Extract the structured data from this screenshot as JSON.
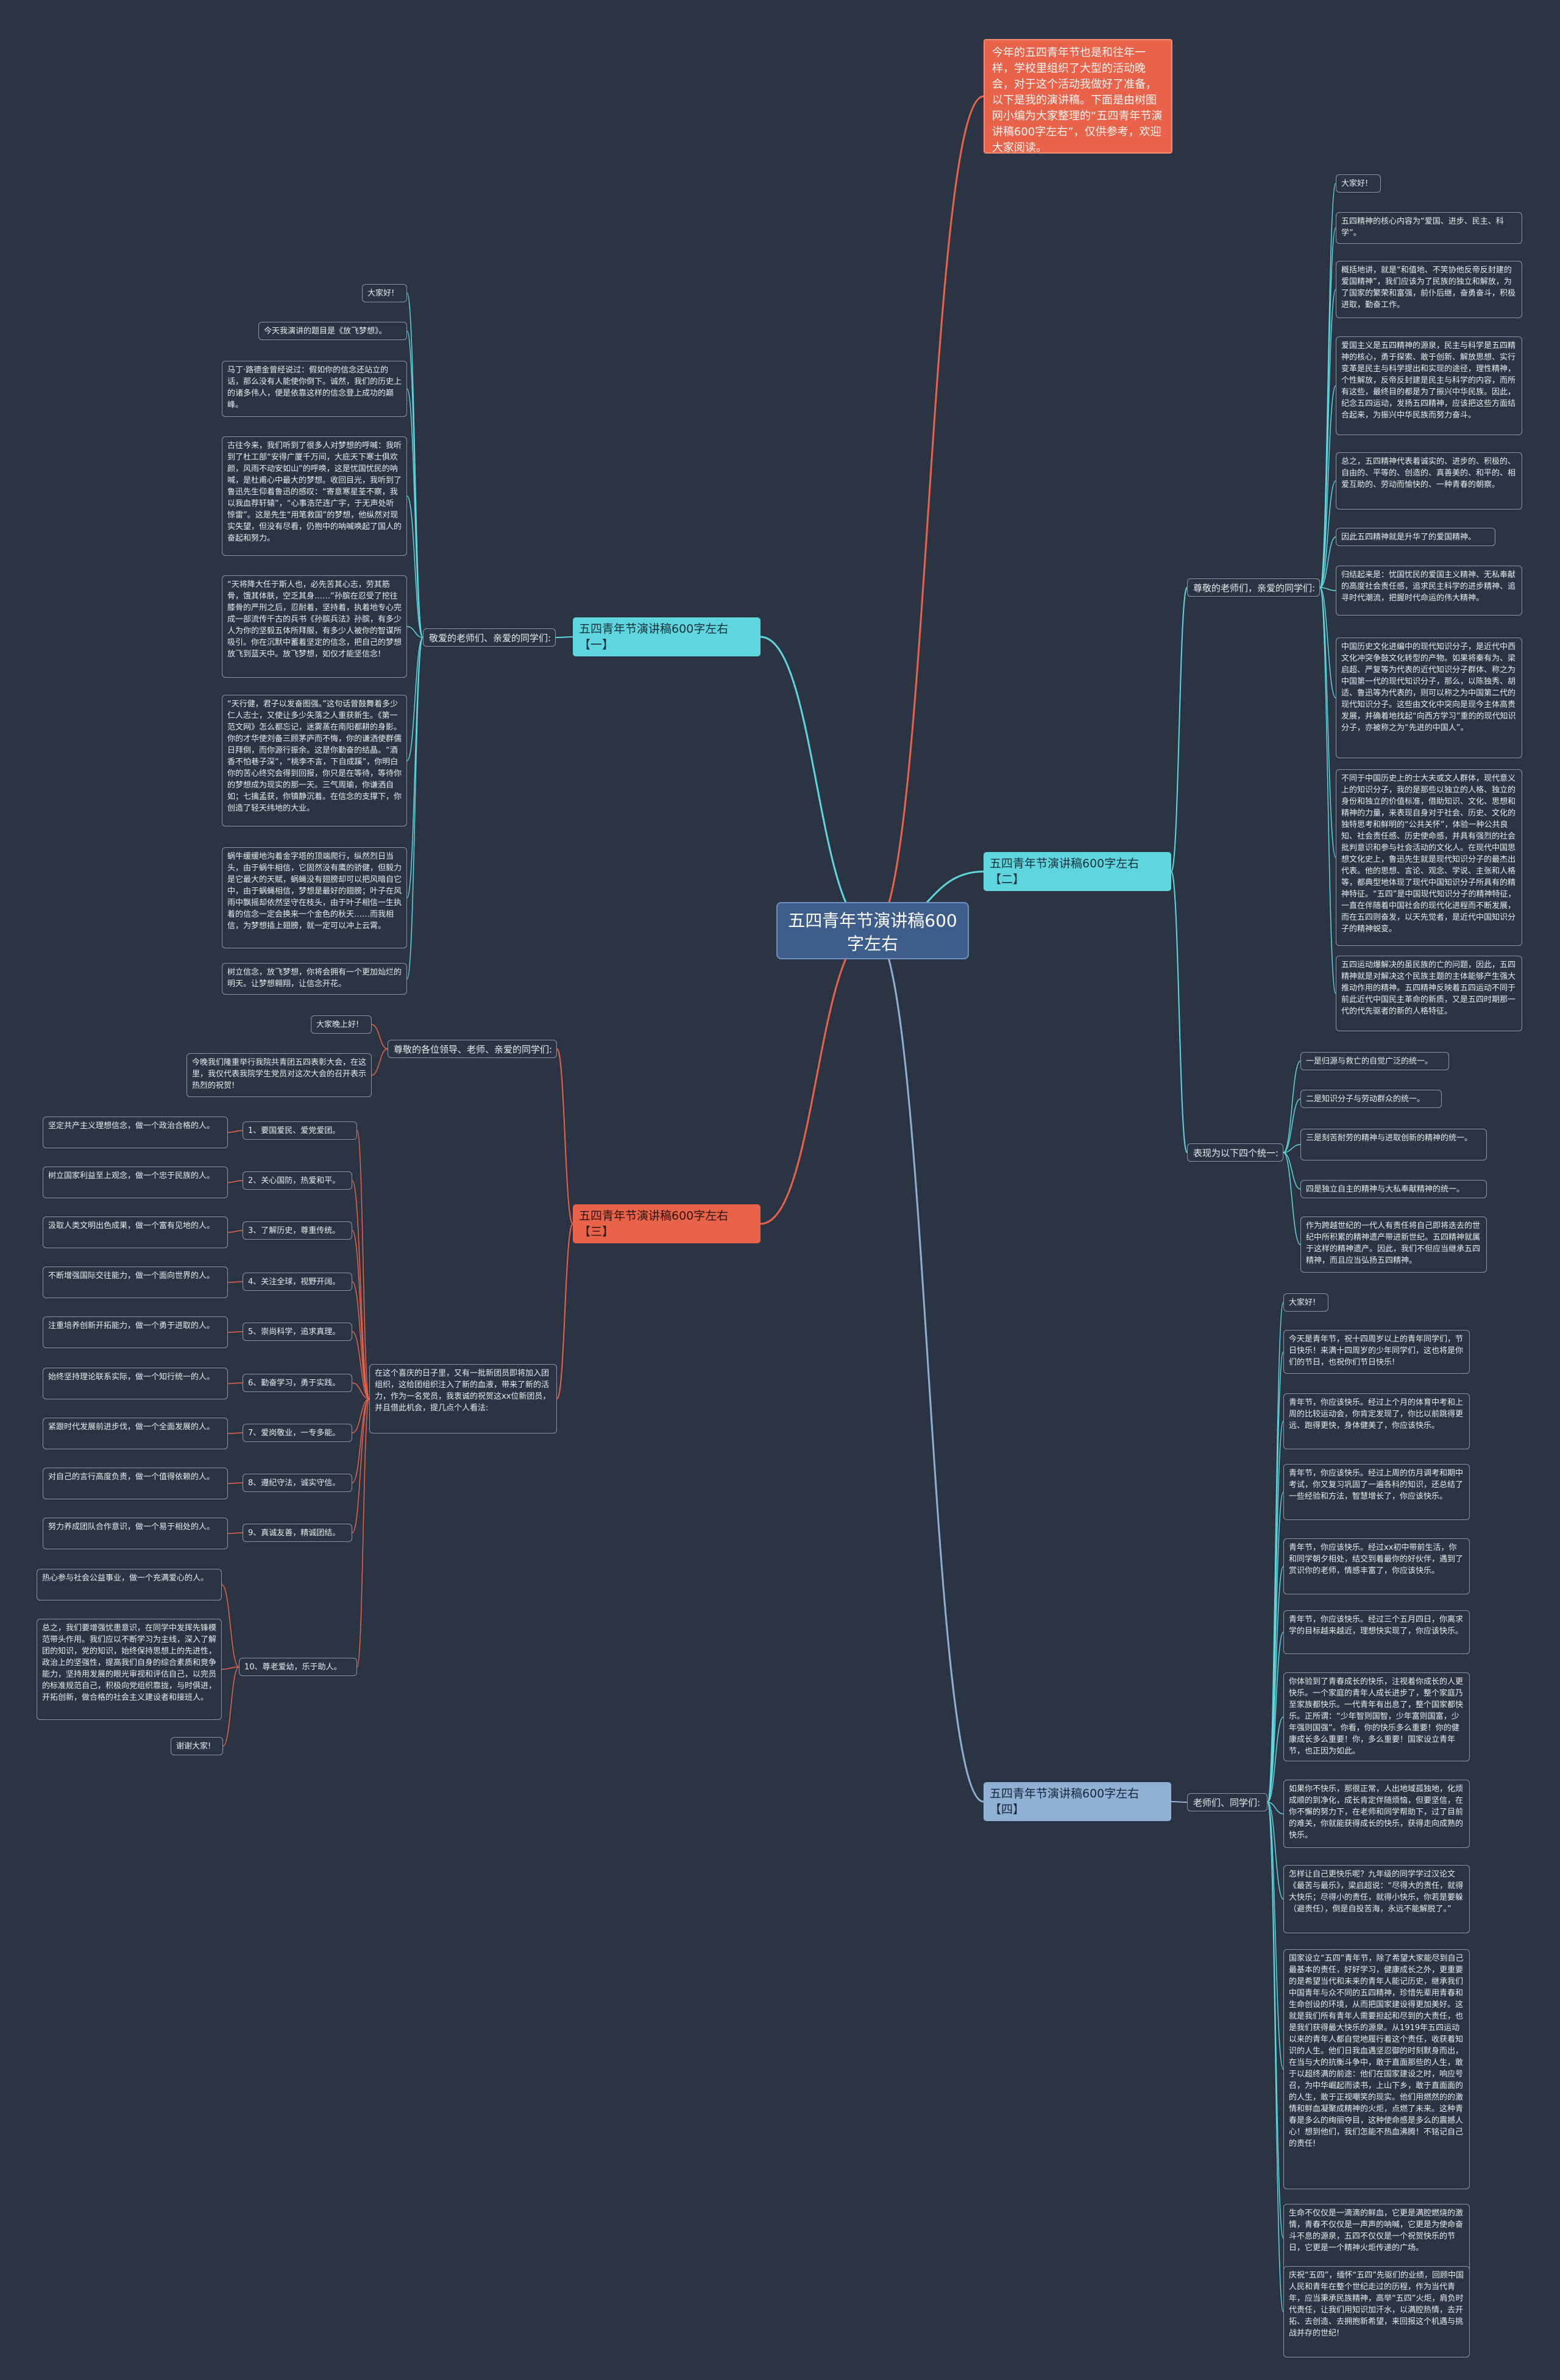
{
  "root": "五四青年节演讲稿600字左右",
  "intro": "今年的五四青年节也是和往年一样，学校里组织了大型的活动晚会，对于这个活动我做好了准备，以下是我的演讲稿。下面是由树图网小编为大家整理的“五四青年节演讲稿600字左右”，仅供参考，欢迎大家阅读。",
  "branch1": {
    "title": "五四青年节演讲稿600字左右【一】",
    "sub": "敬爱的老师们、亲爱的同学们:",
    "leaves": [
      "大家好!",
      "今天我演讲的题目是《放飞梦想》。",
      "马丁·路德金曾经说过：假如你的信念还站立的话，那么没有人能使你倒下。诚然，我们的历史上的诸多伟人，便是依靠这样的信念登上成功的巅峰。",
      "古往今来，我们听到了很多人对梦想的呼喊：我听到了杜工部“安得广厦千万间，大庇天下寒士俱欢颜，风雨不动安如山”的呼唤，这是忧国忧民的呐喊，是杜甫心中最大的梦想。收回目光，我听到了鲁迅先生仰着鲁迅的感叹：“寄意寒星荃不察，我以我血荐轩辕”，“心事浩茫连广宇，于无声处听惊雷”。这是先生“用笔救国”的梦想，他纵然对现实失望，但没有尽看，仍抱中的呐喊唤起了国人的奋起和努力。",
      "“天将降大任于斯人也，必先苦其心志，劳其筋骨，饿其体肤，空乏其身……”孙膑在忍受了挖往膝骨的严刑之后，忍耐着，坚持着，执着地专心完成一部流传千古的兵书《孙膑兵法》孙膑，有多少人为你的坚毅五体所拜服，有多少人被你的智谋所吸引。你在沉默中蓄着坚定的信念，把自己的梦想放飞到蓝天中。放飞梦想，如仅才能坚信念!",
      "“天行健，君子以发奋图强。”这句话曾鼓舞着多少仁人志士，又使让多少失落之人重获新生。《第一范文网》怎么都忘记，迷雾蒸在南阳都耕的身影。你的才华使刘备三顾茅庐而不悔，你的谦洒使群儒日拜倒，而你源行振余。这是你勤奋的结晶。“酒香不怕巷子深”，“桃李不言，下自成蹊”，你明白你的苦心终究会得到回报，你只是在等待，等待你的梦想成为现实的那一天。三气周瑜，你谦洒自如；七擒孟获，你镇静沉着。在信念的支撑下，你创造了轻天纬地的大业。",
      "蜗牛缓缓地沟着金字塔的顶端爬行，纵然烈日当头，由于蜗牛相信，它固然没有鹰的骄健，但毅力是它最大的天赋，蜗蝇没有翅膀却可以把风暗自它中，由于蜗蝇相信，梦想是最好的翅膀；叶子在风雨中飘摇却依然坚守在枝头，由于叶子相信一生执着的信念一定会换来一个金色的秋天……而我相信，为梦想插上翅膀，就一定可以冲上云霄。",
      "树立信念，放飞梦想，你将会拥有一个更加灿烂的明天。让梦想翱翔，让信念开花。"
    ]
  },
  "branch2": {
    "title": "五四青年节演讲稿600字左右【二】",
    "sub1": "尊敬的老师们，亲爱的同学们:",
    "sub2": "表现为以下四个统一:",
    "leaves1": [
      "大家好!",
      "五四精神的核心内容为“爱国、进步、民主、科学”。",
      "概括地讲，就是“和值地、不笑协他反帝反封建的爱国精神”，我们应该为了民族的独立和解放，为了国家的繁荣和富强，前仆后继，奋勇奋斗，积极进取，勤奋工作。",
      "爱国主义是五四精神的源泉，民主与科学是五四精神的核心，勇于探索、敢于创新、解放思想、实行变革是民主与科学提出和实现的途径，理性精神，个性解放，反帝反封建是民主与科学的内容，而所有这些，最终目的都是为了振兴中华民族。因此，纪念五四运动，发扬五四精神，应该把这些方面结合起来，为振兴中华民族而努力奋斗。",
      "总之，五四精神代表着诚实的、进步的、积极的、自由的、平等的、创造的、真善美的、和平的、相爱互助的、劳动而愉快的、一种青春的朝察。",
      "因此五四精神就是升华了的爱国精神。",
      "归结起来是：忧国忧民的爱国主义精神、无私奉献的高度社会责任感，追求民主科学的进步精神、追寻时代潮流，把握时代命运的伟大精神。",
      "中国历史文化进编中的现代知识分子，是近代中西文化冲突争鼓文化转型的产物。如果将秦有为、梁启超、严复等为代表的近代知识分子群体、称之为中国第一代的现代知识分子，那么，以陈独秀、胡适、鲁迅等为代表的，则可以称之为中国第二代的现代知识分子。这些由文化中突向是现今主体高贵发展，并确着地找起“向西方学习”重的的现代知识分子，亦被称之为“先进的中国人”。",
      "不同于中国历史上的士大夫或文人群体，现代意义上的知识分子，我的是那些以独立的人格、独立的身份和独立的价值标准，借助知识、文化、思想和精神的力量，来表现自身对于社会、历史、文化的独特思考和鲜明的“公共关怀”，体验一种公共良知、社会责任感、历史使命感，并具有强烈的社会批判意识和参与社会活动的文化人。在现代中国思想文化史上，鲁迅先生就是现代知识分子的最杰出代表。他的思想、言论、观念、学说、主张和人格等，都典型地体现了现代中国知识分子所具有的精神特征。“五四”是中国现代知识分子的精神特征，一直在伴随着中国社会的现代化进程而不断发展，而在五四则奋发，以天先觉者，是近代中国知识分子的精神蜕变。",
      "五四运动爆解决的虽民族的亡的问题，因此，五四精神就是对解决这个民族主题的主体能够产生强大推动作用的精神。五四精神反映着五四运动不同于前此近代中国民主革命的新质，又是五四时期那一代的代先驱者的新的人格特征。"
    ],
    "leaves2": [
      "一是归源与救亡的自觉广泛的统一。",
      "二是知识分子与劳动群众的统一。",
      "三是刻苦耐劳的精神与进取创新的精神的统一。",
      "四是独立自主的精神与大私奉献精神的统一。"
    ],
    "tail": "作为跨越世纪的一代人有责任将自己即将迭去的世纪中所积累的精神遗产带进新世纪。五四精神就属于这样的精神遗产。因此，我们不但应当继承五四精神，而且应当弘扬五四精神。"
  },
  "branch3": {
    "title": "五四青年节演讲稿600字左右【三】",
    "sub1": "尊敬的各位领导、老师、亲爱的同学们:",
    "greet": "大家晚上好!",
    "greet2": "今晚我们隆重举行我院共青团五四表彰大会，在这里，我仅代表我院学生党员对这次大会的召开表示热烈的祝贺!",
    "para": "在这个喜庆的日子里，又有一批新团员即将加入团组织，这给团组织注入了新的血液，带来了新的活力，作为一名党员，我衷诚的祝贺这xx位新团员，并且借此机会，提几点个人看法:",
    "items": [
      "1、要国爱民、爱党爱团。",
      "2、关心国防，热爱和平。",
      "3、了解历史，尊重传统。",
      "4、关注全球，视野开阔。",
      "5、崇尚科学，追求真理。",
      "6、勤奋学习，勇于实践。",
      "7、爱岗敬业，一专多能。",
      "8、遵纪守法，诚实守信。",
      "9、真诚友善，精诚团结。",
      "10、尊老爱幼，乐于助人。"
    ],
    "details": [
      "坚定共产主义理想信念，做一个政治合格的人。",
      "树立国家利益至上观念，做一个忠于民族的人。",
      "汲取人类文明出色成果，做一个富有见地的人。",
      "不断增强国际交往能力，做一个面向世界的人。",
      "注重培养创新开拓能力，做一个勇于进取的人。",
      "始终坚持理论联系实际，做一个知行统一的人。",
      "紧跟时代发展前进步伐，做一个全面发展的人。",
      "对自己的言行高度负责，做一个值得依赖的人。",
      "努力养成团队合作意识，做一个易于相处的人。",
      "热心参与社会公益事业，做一个充满爱心的人。"
    ],
    "summary": "总之，我们要增强忧患意识，在同学中发挥先锋模范带头作用。我们应以不断学习为主线，深入了解团的知识，党的知识，始终保持思想上的先进性，政治上的坚强性，提高我们自身的综合素质和竞争能力，坚持用发展的眼光审视和评估自己，以完员的标准规范自己，积极向党组织靠拢，与时俱进，开拓创新，做合格的社会主义建设者和接班人。",
    "thanks": "谢谢大家!"
  },
  "branch4": {
    "title": "五四青年节演讲稿600字左右【四】",
    "sub": "老师们、同学们:",
    "leaves": [
      "大家好!",
      "今天是青年节，祝十四周岁以上的青年同学们，节日快乐！来满十四周岁的少年同学们，这也将是你们的节日，也祝你们节日快乐!",
      "青年节，你应该快乐。经过上个月的体育中考和上周的比较运动会，你肯定发现了，你比以前跳得更远、跑得更快，身体健美了，你应该快乐。",
      "青年节，你应该快乐。经过上周的仿月调考和期中考试，你又复习巩固了一遍各科的知识，还总结了一些经验和方法，智慧增长了，你应该快乐。",
      "青年节，你应该快乐。经过xx初中带前生活，你和同学朝夕相处，结交到着最你的好伙伴，遇到了赏识你的老师，情感丰富了，你应该快乐。",
      "青年节，你应该快乐。经过三个五月四日，你离求学的目标越来越近，理想快实现了，你应该快乐。",
      "你体验到了青春成长的快乐，注视着你成长的人更快乐。一个家庭的青年人成长进步了，整个家庭乃至家族都快乐。一代青年有出息了，整个国家都快乐。正所谓：“少年智则国智，少年富则国富，少年强则国强”。你看，你的快乐多么重要！你的健康成长多么重要！你，多么重要！国家设立青年节，也正因为如此。",
      "如果你不快乐，那很正常，人出地域孤独地，化烦成顺的到净化，成长肯定伴随烦恼，但要坚信，在你不懈的努力下，在老师和同学帮助下，过了目前的难关，你就能获得成长的快乐，获得走向成熟的快乐。",
      "怎样让自己更快乐呢？九年级的同学学过汉论文《最苦与最乐》，梁启超说：“尽得大的责任，就得大快乐；尽得小的责任，就得小快乐，你若是要躲（避责任），倒是自投苦海，永远不能解脱了。”",
      "国家设立“五四”青年节，除了希望大家能尽到自己最基本的责任，好好学习，健康成长之外，更重要的是希望当代和未来的青年人能记历史，继承我们中国青年与众不同的五四精神，珍惜先辈用青春和生命创设的环境，从而把国家建设得更加美好。这就是我们所有青年人需要担起和尽到的大责任，也是我们获得最大快乐的源泉。从1919年五四运动以来的青年人都自觉地履行着这个责任，收获着知识的人生。他们日我血遇坚忍御的时刻默身而出，在当与大的抗衡斗争中，敢于直面那些的人生，敢于以超终满的前途：他们在国家建设之时，响应号召，为中华崛起而读书，上山下乡，敢于直面面的的人生，敢于正视嘲笑的现实。他们用燃然的的激情和鲜血凝聚成精神的火炬，点燃了未来。这种青春是多么的绚丽夺目，这种使命感是多么的震撼人心！想到他们，我们怎能不热血沸腾！不铭记自己的责任!",
      "生命不仅仅是一滴滴的鲜血，它更是满腔燃烧的激情，青春不仅仅是一声声的呐喊，它更是为使命奋斗不息的源泉，五四不仅仅是一个祝贺快乐的节日，它更是一个精神火炬传递的广场。",
      "庆祝“五四”，缅怀“五四”先驱们的业绩，回顾中国人民和青年在整个世纪走过的历程，作为当代青年，应当秉承民族精神，高举“五四”火炬，肩负时代责任，让我们用知识加汗水，以满腔热情，去开拓、去创造、去拥抱新希望，来回报这个机遇与挑战并存的世纪!"
    ]
  },
  "colors": {
    "background": "#2b3442",
    "root": "#3e5d8a",
    "cyan": "#5fd6de",
    "orange": "#e8634a",
    "blue": "#8fb0d3",
    "leafBorder": "#8a96a6"
  }
}
